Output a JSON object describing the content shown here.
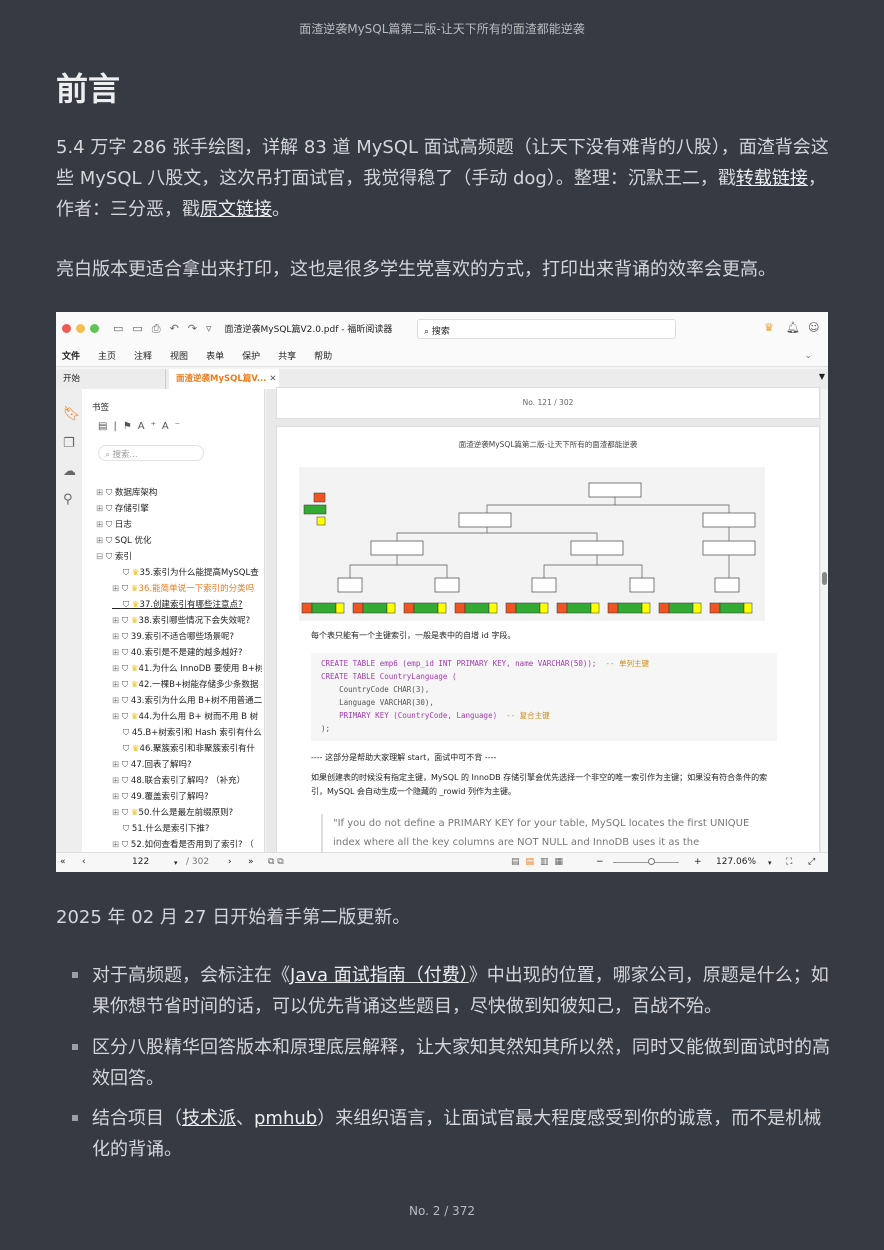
{
  "header": {
    "title": "面渣逆袭MySQL篇第二版-让天下所有的面渣都能逆袭"
  },
  "heading": "前言",
  "intro": {
    "t1": "5.4 万字 286 张手绘图，详解 83 道 MySQL 面试高频题（让天下没有难背的八股），面渣背会这些 MySQL 八股文，这次吊打面试官，我觉得稳了（手动 dog）。整理：沉默王二，戳",
    "link1": "转载链接",
    "t2": "，作者：三分恶，戳",
    "link2": "原文链接",
    "t3": "。"
  },
  "print_note": "亮白版本更适合拿出来打印，这也是很多学生党喜欢的方式，打印出来背诵的效率会更高。",
  "reader": {
    "window_title": "面渣逆袭MySQL篇V2.0.pdf - 福昕阅读器",
    "search_placeholder": "搜索",
    "menu": [
      "文件",
      "主页",
      "注释",
      "视图",
      "表单",
      "保护",
      "共享",
      "帮助"
    ],
    "tabs": [
      "开始",
      "面渣逆袭MySQL篇V..."
    ],
    "bookmark_title": "书签",
    "bookmark_search": "搜索...",
    "bookmarks": [
      "数据库架构",
      "存储引擎",
      "日志",
      "SQL 优化",
      "索引",
      "35.索引为什么能提高MySQL查",
      "36.能简单说一下索引的分类吗",
      "37.创建索引有哪些注意点?",
      "38.索引哪些情况下会失效呢?",
      "39.索引不适合哪些场景呢?",
      "40.索引是不是建的越多越好?",
      "41.为什么 InnoDB 要使用 B+树",
      "42.一棵B+树能存储多少条数据",
      "43.索引为什么用 B+树不用普通二",
      "44.为什么用 B+ 树而不用 B 树",
      "45.B+树索引和 Hash 索引有什么",
      "46.聚簇索引和非聚簇索引有什",
      "47.回表了解吗?",
      "48.联合索引了解吗? （补充）",
      "49.覆盖索引了解吗?",
      "50.什么是最左前缀原则?",
      "51.什么是索引下推?",
      "52.如何查看是否用到了索引? （"
    ],
    "prev_page_label": "No. 121 / 302",
    "page_header": "面渣逆袭MySQL篇第二版-让天下所有的面渣都能逆袭",
    "pk_text": "每个表只能有一个主键索引，一般是表中的自增 id 字段。",
    "code": [
      "CREATE TABLE emp6 (emp_id INT PRIMARY KEY, name VARCHAR(50));",
      "-- 单列主键",
      "CREATE TABLE CountryLanguage (",
      "CountryCode CHAR(3),",
      "Language VARCHAR(30),",
      "PRIMARY KEY (CountryCode, Language)",
      "-- 复合主键",
      ");"
    ],
    "divider_text": "---- 这部分是帮助大家理解 start，面试中可不背 ----",
    "para": "如果创建表的时候没有指定主键，MySQL 的 InnoDB 存储引擎会优先选择一个非空的唯一索引作为主键；如果没有符合条件的索引，MySQL 会自动生成一个隐藏的 _rowid 列作为主键。",
    "quote": "\"If you do not define a PRIMARY KEY for your table, MySQL locates the first UNIQUE index where all the key columns are NOT NULL and InnoDB uses it as the",
    "current_page": "122",
    "total_pages": "/ 302",
    "zoom": "127.06%",
    "accent": "#f07a1a"
  },
  "update_note": "2025 年 02 月 27 日开始着手第二版更新。",
  "bullets": [
    {
      "a": "对于高频题，会标注在《",
      "link": "Java 面试指南（付费）",
      "b": "》中出现的位置，哪家公司，原题是什么；如果你想节省时间的话，可以优先背诵这些题目，尽快做到知彼知己，百战不殆。"
    },
    {
      "a": "区分八股精华回答版本和原理底层解释，让大家知其然知其所以然，同时又能做到面试时的高效回答。"
    },
    {
      "a": "结合项目（",
      "link": "技术派",
      "sep": "、",
      "link2": "pmhub",
      "b": "）来组织语言，让面试官最大程度感受到你的诚意，而不是机械化的背诵。"
    }
  ],
  "footer": "No. 2 / 372"
}
